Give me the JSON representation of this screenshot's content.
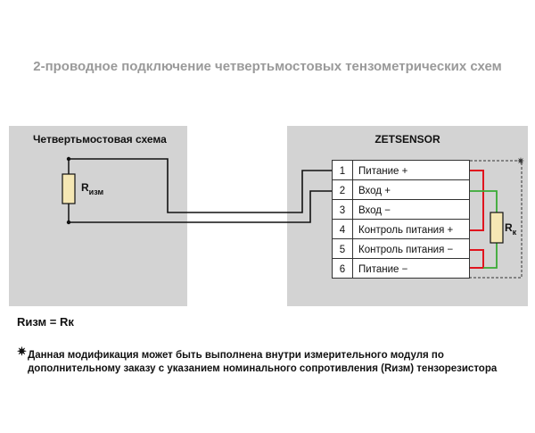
{
  "title": "2-проводное подключение четвертьмостовых тензометрических схем",
  "left_panel": {
    "title": "Четвертьмостовая схема",
    "resistor_label": "R",
    "resistor_sub": "изм"
  },
  "right_panel": {
    "title": "ZETSENSOR",
    "pins": [
      {
        "num": "1",
        "label": "Питание +"
      },
      {
        "num": "2",
        "label": "Вход +"
      },
      {
        "num": "3",
        "label": "Вход −"
      },
      {
        "num": "4",
        "label": "Контроль питания +"
      },
      {
        "num": "5",
        "label": "Контроль питания −"
      },
      {
        "num": "6",
        "label": "Питание −"
      }
    ],
    "resistor_label": "R",
    "resistor_sub": "к",
    "star": "✷"
  },
  "formula": "Rизм = Rк",
  "note": {
    "star": "✷",
    "text": "Данная модификация может быть выполнена внутри измерительного модуля по дополнительному заказу с указанием номинального сопротивления (Rизм) тензорезистора"
  },
  "colors": {
    "panel": "#d3d3d3",
    "wire": "#111111",
    "red": "#e0141e",
    "green": "#3aaa35",
    "resistor": "#f5e7b4"
  }
}
